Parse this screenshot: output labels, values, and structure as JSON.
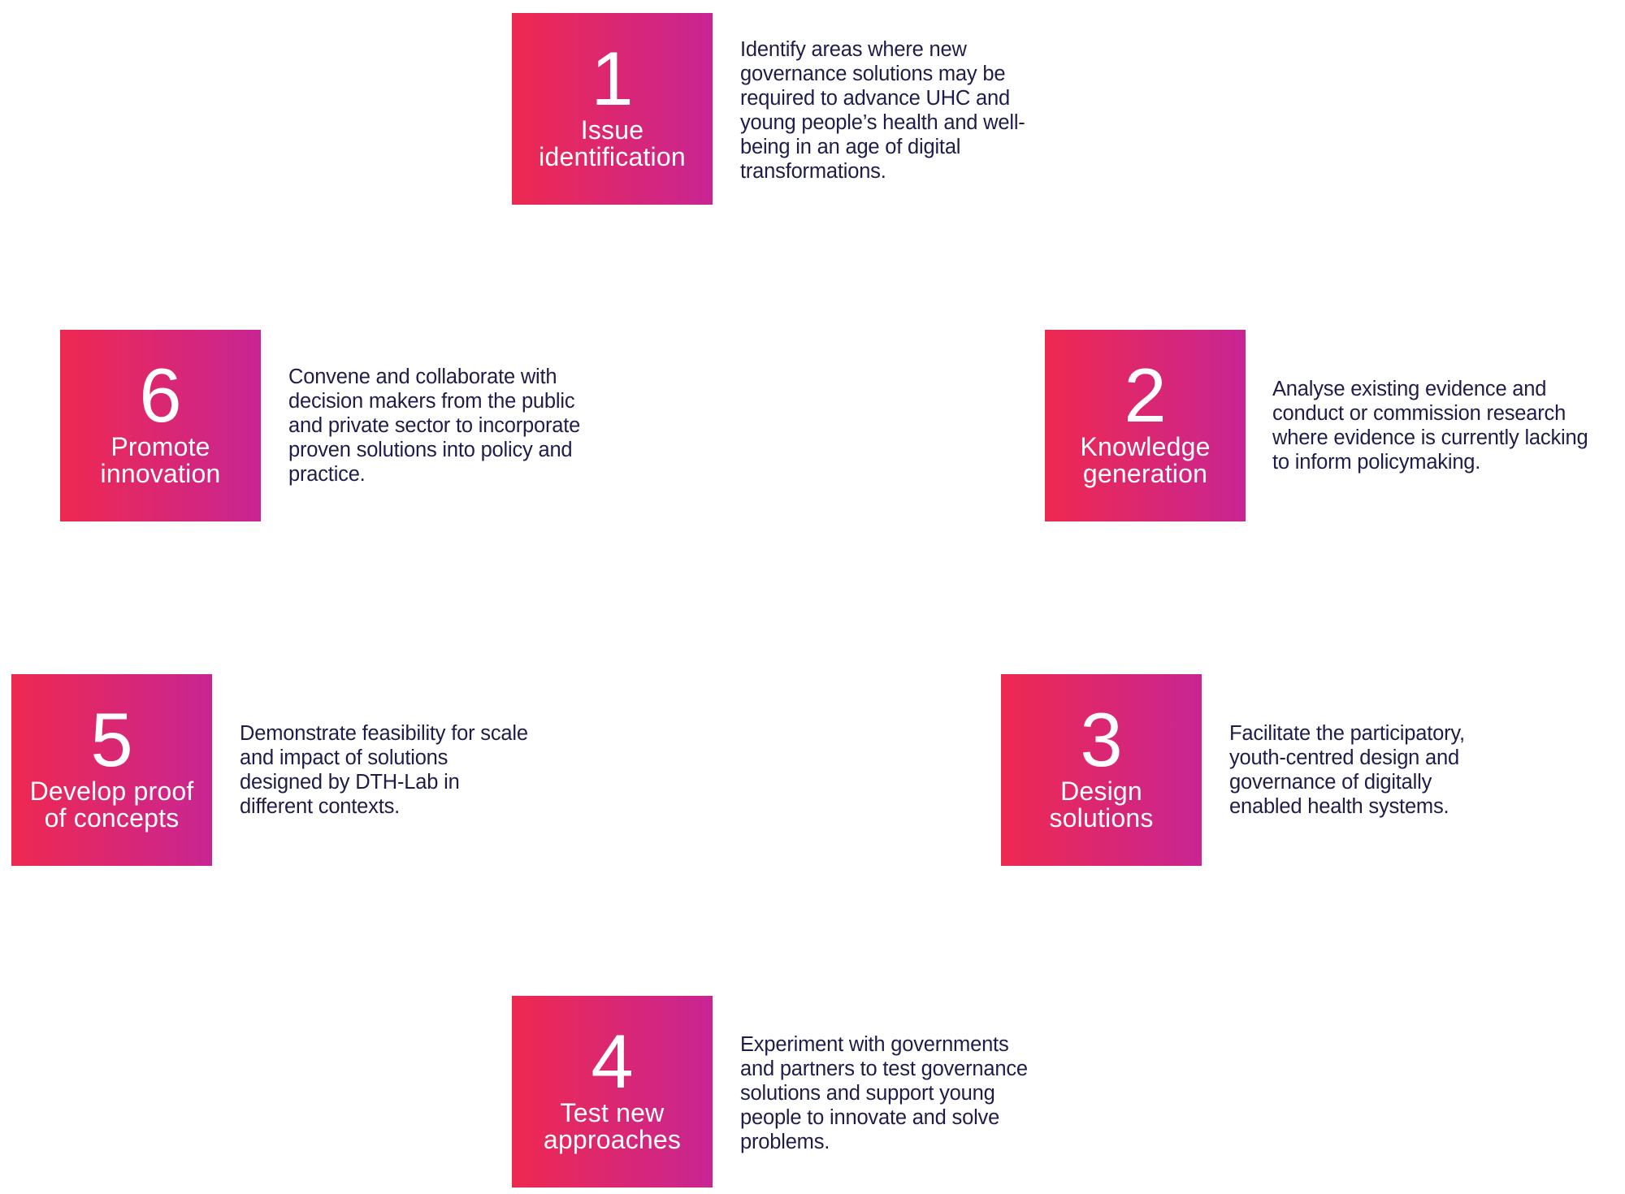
{
  "colors": {
    "tile_gradient_start": "#ee2950",
    "tile_gradient_end": "#c82593",
    "text": "#1f1c4a",
    "background": "#ffffff"
  },
  "steps": [
    {
      "number": "1",
      "title_line1": "Issue",
      "title_line2": "identification",
      "description": "Identify areas where new governance solutions may be required to advance UHC and young people’s health and well-being in an age of digital transformations."
    },
    {
      "number": "2",
      "title_line1": "Knowledge",
      "title_line2": "generation",
      "description": "Analyse existing evidence and conduct or commission research where evidence is currently lacking to inform policymaking."
    },
    {
      "number": "3",
      "title_line1": "Design",
      "title_line2": "solutions",
      "description": "Facilitate the participatory, youth-centred design and governance of digitally enabled health systems."
    },
    {
      "number": "4",
      "title_line1": "Test new",
      "title_line2": "approaches",
      "description": "Experiment with governments and partners to test governance solutions and support young people to innovate and solve problems."
    },
    {
      "number": "5",
      "title_line1": "Develop proof",
      "title_line2": "of concepts",
      "description": "Demonstrate feasibility for scale and impact of solutions designed by DTH-Lab in different contexts."
    },
    {
      "number": "6",
      "title_line1": "Promote",
      "title_line2": "innovation",
      "description": "Convene and collaborate with decision makers from the public and private sector to incorporate proven solutions into policy and practice."
    }
  ]
}
